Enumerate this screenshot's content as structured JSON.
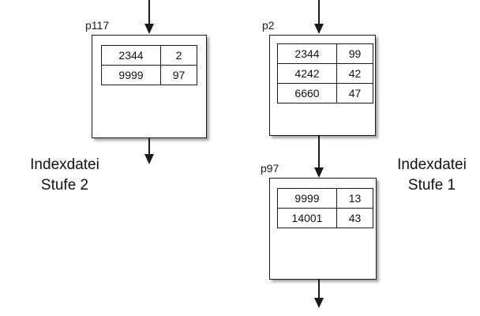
{
  "diagram": {
    "title_left": "Indexdatei Stufe 2",
    "title_right": "Indexdatei Stufe 1",
    "captions": {
      "left": {
        "line1": "Indexdatei",
        "line2": "Stufe 2"
      },
      "right": {
        "line1": "Indexdatei",
        "line2": "Stufe 1"
      }
    },
    "nodes": [
      {
        "id": "p117",
        "label": "p117",
        "level": 2,
        "rows": [
          {
            "key": "2344",
            "pointer": "2"
          },
          {
            "key": "9999",
            "pointer": "97"
          }
        ]
      },
      {
        "id": "p2",
        "label": "p2",
        "level": 1,
        "rows": [
          {
            "key": "2344",
            "pointer": "99"
          },
          {
            "key": "4242",
            "pointer": "42"
          },
          {
            "key": "6660",
            "pointer": "47"
          }
        ]
      },
      {
        "id": "p97",
        "label": "p97",
        "level": 1,
        "rows": [
          {
            "key": "9999",
            "pointer": "13"
          },
          {
            "key": "14001",
            "pointer": "43"
          }
        ]
      }
    ],
    "arrows": [
      {
        "name": "arrow-into-p117",
        "from": "top-edge",
        "to": "p117"
      },
      {
        "name": "arrow-out-of-p117",
        "from": "p117",
        "to": "below"
      },
      {
        "name": "arrow-into-p2",
        "from": "top-edge",
        "to": "p2"
      },
      {
        "name": "arrow-p2-to-p97",
        "from": "p2",
        "to": "p97"
      },
      {
        "name": "arrow-out-of-p97",
        "from": "p97",
        "to": "below"
      }
    ],
    "colors": {
      "stroke": "#1a1a1a",
      "text": "#111111",
      "background": "#ffffff"
    }
  }
}
